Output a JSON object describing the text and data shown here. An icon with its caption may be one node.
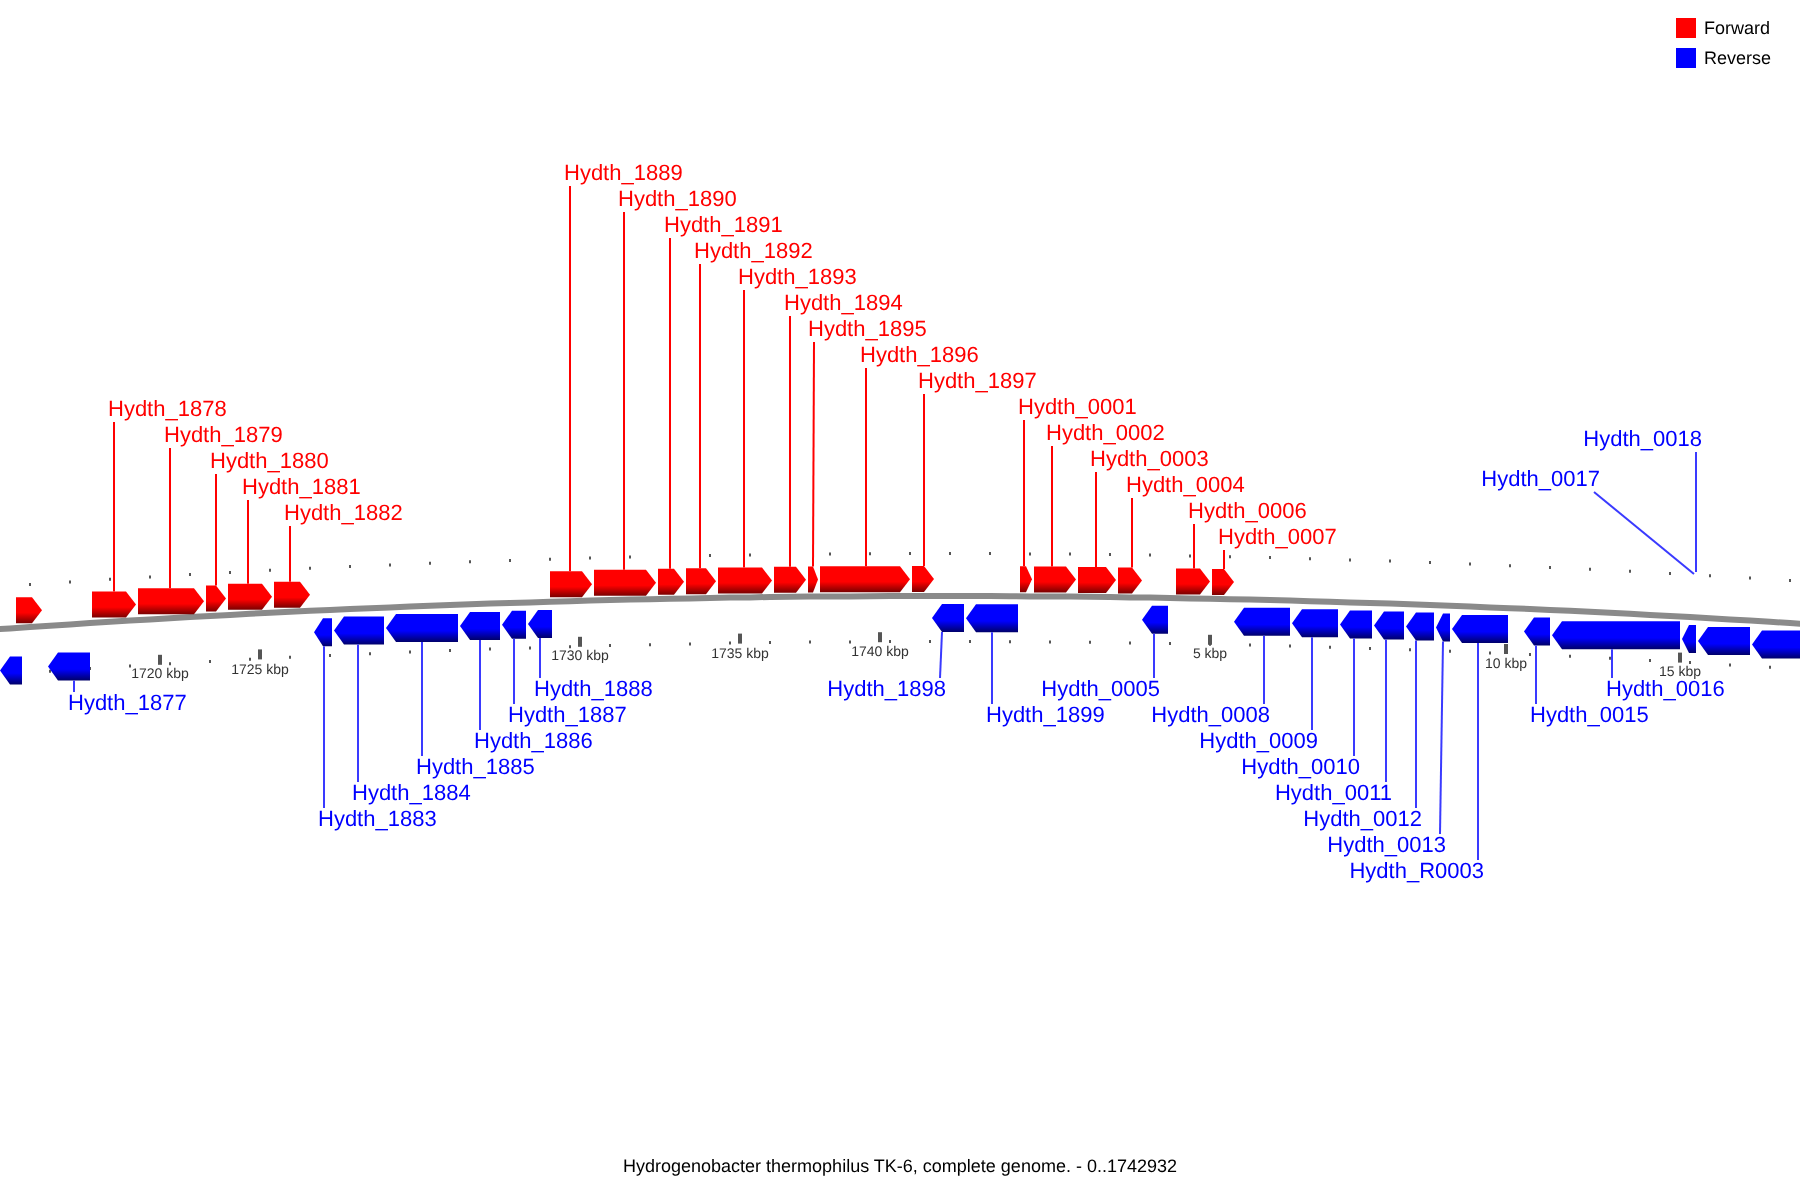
{
  "diagram": {
    "caption": "Hydrogenobacter thermophilus TK-6, complete genome. - 0..1742932",
    "nodes": [
      {
        "text": [
          "Hydth_1878"
        ]
      },
      {
        "text": [
          "Hydth_1879"
        ]
      },
      {
        "text": [
          "Hydth_1880"
        ]
      },
      {
        "text": [
          "Hydth_1881"
        ]
      },
      {
        "text": [
          "Hydth_1882"
        ]
      },
      {
        "text": [
          "Hydth_1889"
        ]
      },
      {
        "text": [
          "Hydth_1890"
        ]
      },
      {
        "text": [
          "Hydth_1891"
        ]
      },
      {
        "text": [
          "Hydth_1892"
        ]
      },
      {
        "text": [
          "Hydth_1893"
        ]
      },
      {
        "text": [
          "Hydth_1894"
        ]
      },
      {
        "text": [
          "Hydth_1895"
        ]
      },
      {
        "text": [
          "Hydth_1896"
        ]
      },
      {
        "text": [
          "Hydth_1897"
        ]
      },
      {
        "text": [
          "Hydth_0001"
        ]
      },
      {
        "text": [
          "Hydth_0002"
        ]
      },
      {
        "text": [
          "Hydth_0003"
        ]
      },
      {
        "text": [
          "Hydth_0004"
        ]
      },
      {
        "text": [
          "Hydth_0006"
        ]
      },
      {
        "text": [
          "Hydth_0007"
        ]
      },
      {
        "text": [
          "Hydth_1877"
        ]
      },
      {
        "text": [
          "Hydth_1883"
        ]
      },
      {
        "text": [
          "Hydth_1884"
        ]
      },
      {
        "text": [
          "Hydth_1885"
        ]
      },
      {
        "text": [
          "Hydth_1886"
        ]
      },
      {
        "text": [
          "Hydth_1887"
        ]
      },
      {
        "text": [
          "Hydth_1888"
        ]
      },
      {
        "text": [
          "Hydth_1898"
        ]
      },
      {
        "text": [
          "Hydth_1899"
        ]
      },
      {
        "text": [
          "Hydth_0005"
        ]
      },
      {
        "text": [
          "Hydth_0008"
        ]
      },
      {
        "text": [
          "Hydth_0009"
        ]
      },
      {
        "text": [
          "Hydth_0010"
        ]
      },
      {
        "text": [
          "Hydth_0011"
        ]
      },
      {
        "text": [
          "Hydth_0012"
        ]
      },
      {
        "text": [
          "Hydth_0013"
        ]
      },
      {
        "text": [
          "Hydth_R0003"
        ]
      },
      {
        "text": [
          "Hydth_0015"
        ]
      },
      {
        "text": [
          "Hydth_0016"
        ]
      },
      {
        "text": [
          "Hydth_0017"
        ]
      },
      {
        "text": [
          "Hydth_0018"
        ]
      },
      {
        "text": [],
        "shape": "box"
      },
      {
        "text": [],
        "shape": "box"
      },
      {
        "text": [],
        "shape": "box"
      },
      {
        "text": [],
        "shape": "box"
      },
      {
        "text": [],
        "shape": "box"
      },
      {
        "text": [],
        "shape": "box"
      },
      {
        "text": [],
        "shape": "box"
      },
      {
        "text": [],
        "shape": "box"
      },
      {
        "text": [],
        "shape": "box"
      },
      {
        "text": [],
        "shape": "box"
      },
      {
        "text": [],
        "shape": "box"
      },
      {
        "text": [],
        "shape": "box"
      },
      {
        "text": [],
        "shape": "box"
      },
      {
        "text": [],
        "shape": "box"
      },
      {
        "text": [],
        "shape": "box"
      },
      {
        "text": [],
        "shape": "box"
      },
      {
        "text": [],
        "shape": "box"
      },
      {
        "text": [],
        "shape": "box"
      },
      {
        "text": [],
        "shape": "box"
      },
      {
        "text": [],
        "shape": "box"
      },
      {
        "text": [],
        "shape": "box"
      },
      {
        "text": [],
        "shape": "box"
      },
      {
        "text": [],
        "shape": "box"
      },
      {
        "text": [],
        "shape": "box"
      },
      {
        "text": [],
        "shape": "box"
      },
      {
        "text": [],
        "shape": "box"
      },
      {
        "text": [],
        "shape": "box"
      },
      {
        "text": [],
        "shape": "box"
      },
      {
        "text": [],
        "shape": "box"
      },
      {
        "text": [],
        "shape": "box"
      },
      {
        "text": [],
        "shape": "box"
      },
      {
        "text": [],
        "shape": "box"
      },
      {
        "text": [],
        "shape": "box"
      },
      {
        "text": [],
        "shape": "box"
      },
      {
        "text": [],
        "shape": "box"
      },
      {
        "text": [],
        "shape": "box"
      },
      {
        "text": [],
        "shape": "box"
      },
      {
        "text": [],
        "shape": "box"
      },
      {
        "text": [],
        "shape": "box"
      },
      {
        "text": [],
        "shape": "box"
      },
      {
        "text": [],
        "shape": "box"
      },
      {
        "text": [],
        "shape": "box"
      },
      {
        "text": [],
        "shape": "box"
      },
      {
        "text": [],
        "shape": "box"
      }
    ],
    "edges": [
      {
        "from": 0,
        "to": 41,
        "arrow": "none",
        "color": "#ff0000"
      },
      {
        "from": 1,
        "to": 42,
        "arrow": "none",
        "color": "#ff0000"
      },
      {
        "from": 2,
        "to": 43,
        "arrow": "none",
        "color": "#ff0000"
      },
      {
        "from": 3,
        "to": 44,
        "arrow": "none",
        "color": "#ff0000"
      },
      {
        "from": 4,
        "to": 45,
        "arrow": "none",
        "color": "#ff0000"
      },
      {
        "from": 5,
        "to": 46,
        "arrow": "none",
        "color": "#ff0000"
      },
      {
        "from": 6,
        "to": 47,
        "arrow": "none",
        "color": "#ff0000"
      },
      {
        "from": 7,
        "to": 48,
        "arrow": "none",
        "color": "#ff0000"
      },
      {
        "from": 8,
        "to": 49,
        "arrow": "none",
        "color": "#ff0000"
      },
      {
        "from": 9,
        "to": 50,
        "arrow": "none",
        "color": "#ff0000"
      },
      {
        "from": 10,
        "to": 51,
        "arrow": "none",
        "color": "#ff0000"
      },
      {
        "from": 11,
        "to": 52,
        "arrow": "none",
        "color": "#ff0000"
      },
      {
        "from": 12,
        "to": 53,
        "arrow": "none",
        "color": "#ff0000"
      },
      {
        "from": 13,
        "to": 54,
        "arrow": "none",
        "color": "#ff0000"
      },
      {
        "from": 14,
        "to": 55,
        "arrow": "none",
        "color": "#ff0000"
      },
      {
        "from": 15,
        "to": 56,
        "arrow": "none",
        "color": "#ff0000"
      },
      {
        "from": 16,
        "to": 57,
        "arrow": "none",
        "color": "#ff0000"
      },
      {
        "from": 17,
        "to": 58,
        "arrow": "none",
        "color": "#ff0000"
      },
      {
        "from": 18,
        "to": 59,
        "arrow": "none",
        "color": "#ff0000"
      },
      {
        "from": 19,
        "to": 60,
        "arrow": "none",
        "color": "#ff0000"
      },
      {
        "from": 20,
        "to": 61,
        "arrow": "none"
      },
      {
        "from": 21,
        "to": 62,
        "arrow": "none"
      },
      {
        "from": 22,
        "to": 63,
        "arrow": "none"
      },
      {
        "from": 23,
        "to": 64,
        "arrow": "none"
      },
      {
        "from": 24,
        "to": 65,
        "arrow": "none"
      },
      {
        "from": 25,
        "to": 66,
        "arrow": "none"
      },
      {
        "from": 26,
        "to": 67,
        "arrow": "none"
      },
      {
        "from": 27,
        "to": 68,
        "arrow": "none"
      },
      {
        "from": 28,
        "to": 69,
        "arrow": "none"
      },
      {
        "from": 29,
        "to": 70,
        "arrow": "none"
      },
      {
        "from": 30,
        "to": 71,
        "arrow": "none"
      },
      {
        "from": 31,
        "to": 72,
        "arrow": "none"
      },
      {
        "from": 32,
        "to": 73,
        "arrow": "none"
      },
      {
        "from": 33,
        "to": 74,
        "arrow": "none"
      },
      {
        "from": 34,
        "to": 75,
        "arrow": "none"
      },
      {
        "from": 35,
        "to": 76,
        "arrow": "none"
      },
      {
        "from": 36,
        "to": 77,
        "arrow": "none"
      },
      {
        "from": 37,
        "to": 78,
        "arrow": "none"
      },
      {
        "from": 38,
        "to": 79,
        "arrow": "none"
      },
      {
        "from": 39,
        "to": null,
        "arrow": "none"
      },
      {
        "from": 40,
        "to": null,
        "arrow": "none"
      }
    ],
    "labels": [
      "1720 kbp",
      "1725 kbp",
      "1730 kbp",
      "1735 kbp",
      "1740 kbp",
      "5 kbp",
      "10 kbp",
      "15 kbp"
    ],
    "legend": [
      {
        "text": "Forward",
        "color": "#ff0000"
      },
      {
        "text": "Reverse",
        "color": "#0000ff"
      }
    ]
  }
}
